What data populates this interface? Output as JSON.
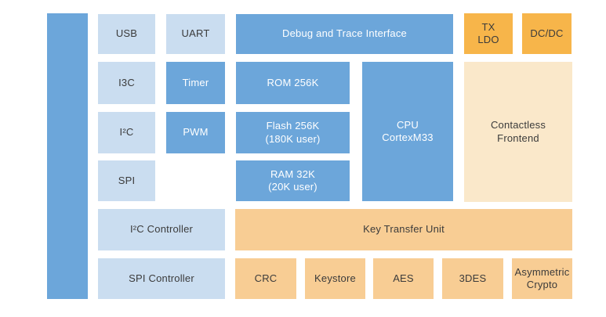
{
  "diagram": {
    "description": "SoC block diagram",
    "colors": {
      "bus_and_core_blue": "#6ca6da",
      "peripheral_light_blue": "#caddf0",
      "power_orange": "#f7b54a",
      "security_orange": "#f8cd94",
      "contactless_cream": "#fae8ca",
      "dark_text": "#3b3b3b",
      "light_text": "#ffffff"
    },
    "blocks": {
      "usb": {
        "label": "USB"
      },
      "uart": {
        "label": "UART"
      },
      "debug_trace": {
        "label": "Debug and Trace Interface"
      },
      "tx_ldo": {
        "label": "TX\nLDO"
      },
      "dcdc": {
        "label": "DC/DC"
      },
      "i3c": {
        "label": "I3C"
      },
      "timer": {
        "label": "Timer"
      },
      "rom": {
        "label": "ROM 256K"
      },
      "i2c": {
        "label": "I²C"
      },
      "pwm": {
        "label": "PWM"
      },
      "flash": {
        "label": "Flash 256K\n(180K user)"
      },
      "spi": {
        "label": "SPI"
      },
      "ram": {
        "label": "RAM 32K\n(20K user)"
      },
      "cpu": {
        "label": "CPU\nCortexM33"
      },
      "contactless": {
        "label": "Contactless\nFrontend"
      },
      "i2c_controller": {
        "label": "I²C Controller"
      },
      "key_transfer_unit": {
        "label": "Key Transfer Unit"
      },
      "spi_controller": {
        "label": "SPI Controller"
      },
      "crc": {
        "label": "CRC"
      },
      "keystore": {
        "label": "Keystore"
      },
      "aes": {
        "label": "AES"
      },
      "triple_des": {
        "label": "3DES"
      },
      "asymmetric_crypto": {
        "label": "Asymmetric\nCrypto"
      }
    }
  }
}
